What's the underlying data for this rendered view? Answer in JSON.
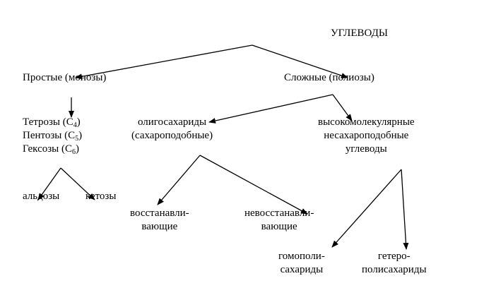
{
  "nodes": {
    "root": {
      "label": "УГЛЕВОДЫ"
    },
    "simple": {
      "label": "Простые (монозы)"
    },
    "complex": {
      "label": "Сложные (полиозы)"
    },
    "monosaccharides": {
      "tetroses": {
        "prefix": "Тетрозы (С",
        "sub": "4",
        "suffix": ")"
      },
      "pentoses": {
        "prefix": "Пентозы (С",
        "sub": "5",
        "suffix": ")"
      },
      "hexoses": {
        "prefix": "Гексозы (С",
        "sub": "6",
        "suffix": ")"
      }
    },
    "oligosaccharides": {
      "line1": "олигосахариды",
      "line2": "(сахароподобные)"
    },
    "highmolecular": {
      "line1": "высокомолекулярные",
      "line2": "несахароподобные",
      "line3": "углеводы"
    },
    "aldoses": {
      "label": "альдозы"
    },
    "ketoses": {
      "label": "кетозы"
    },
    "reducing": {
      "line1": "восстанавли-",
      "line2": "вающие"
    },
    "nonreducing": {
      "line1": "невосстанавли-",
      "line2": "вающие"
    },
    "homopolysaccharides": {
      "line1": "гомополи-",
      "line2": "сахариды"
    },
    "heteropolysaccharides": {
      "line1": "гетеро-",
      "line2": "полисахариды"
    }
  }
}
